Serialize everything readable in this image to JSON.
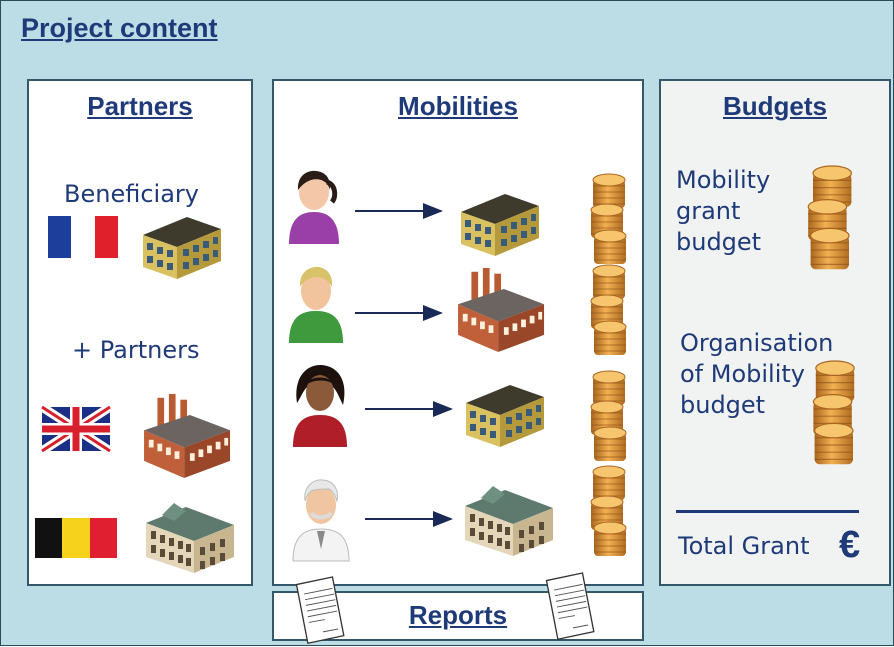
{
  "page": {
    "title": "Project content"
  },
  "partners": {
    "title": "Partners",
    "beneficiary_label": "Beneficiary",
    "partners_label": "+ Partners",
    "flags": [
      "france-flag",
      "uk-flag",
      "belgium-flag"
    ]
  },
  "mobilities": {
    "title": "Mobilities"
  },
  "reports": {
    "title": "Reports"
  },
  "budgets": {
    "title": "Budgets",
    "mobility_grant": [
      "Mobility",
      "grant",
      "budget"
    ],
    "organisation": [
      "Organisation",
      "of Mobility",
      "budget"
    ],
    "total_label": "Total Grant",
    "currency_symbol": "€"
  },
  "colors": {
    "background": "#bcdde5",
    "text": "#1f3a78",
    "border": "#355868"
  }
}
